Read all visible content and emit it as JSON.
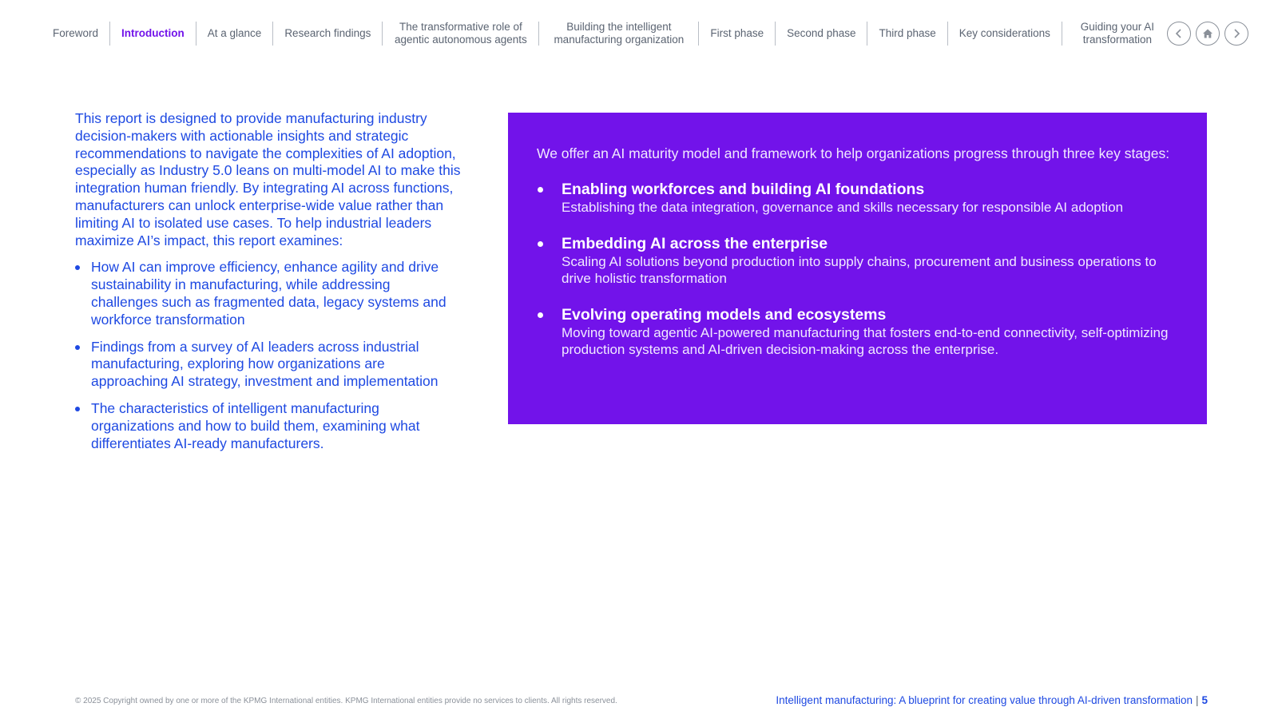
{
  "nav": {
    "items": [
      {
        "label": "Foreword",
        "name": "nav-foreword"
      },
      {
        "label": "Introduction",
        "name": "nav-introduction",
        "active": true
      },
      {
        "label": "At a glance",
        "name": "nav-at-a-glance"
      },
      {
        "label": "Research findings",
        "name": "nav-research-findings"
      },
      {
        "label": "The transformative role of agentic autonomous agents",
        "name": "nav-transformative-role"
      },
      {
        "label": "Building the intelligent manufacturing organization",
        "name": "nav-building-organization"
      },
      {
        "label": "First phase",
        "name": "nav-first-phase"
      },
      {
        "label": "Second phase",
        "name": "nav-second-phase"
      },
      {
        "label": "Third phase",
        "name": "nav-third-phase"
      },
      {
        "label": "Key considerations",
        "name": "nav-key-considerations"
      },
      {
        "label": "Guiding your AI transformation",
        "name": "nav-guiding-transformation"
      }
    ]
  },
  "left": {
    "intro": "This report is designed to provide manufacturing industry decision-makers with actionable insights and strategic recommendations to navigate the complexities of AI adoption, especially as Industry 5.0 leans on multi-model AI to make this integration human friendly. By integrating AI across functions, manufacturers can unlock enterprise-wide value rather than limiting AI to isolated use cases. To help industrial leaders maximize AI’s impact, this report examines:",
    "bullets": [
      "How AI can improve efficiency, enhance agility and drive sustainability in manufacturing, while addressing challenges such as fragmented data, legacy systems and workforce transformation",
      "Findings from a survey of AI leaders across industrial manufacturing, exploring how organizations are approaching AI strategy, investment and implementation",
      "The characteristics of intelligent manufacturing organizations and how to build them, examining what differentiates AI-ready manufacturers."
    ]
  },
  "panel": {
    "lead": "We offer an AI maturity model and framework to help organizations progress through three key stages:",
    "stages": [
      {
        "title": "Enabling workforces and building AI foundations",
        "desc": "Establishing the data integration, governance and skills necessary for responsible AI adoption"
      },
      {
        "title": "Embedding AI across the enterprise",
        "desc": "Scaling AI solutions beyond production into supply chains, procurement and business operations to drive holistic transformation"
      },
      {
        "title": "Evolving operating models and ecosystems",
        "desc": "Moving toward agentic AI-powered manufacturing that fosters end-to-end connectivity, self-optimizing production systems and AI-driven decision-making across the enterprise."
      }
    ]
  },
  "footer": {
    "copyright": "© 2025 Copyright owned by one or more of the KPMG International entities. KPMG International entities provide no services to clients. All rights reserved.",
    "title": "Intelligent manufacturing: A blueprint for creating value through AI-driven transformation",
    "separator": "|",
    "page": "5"
  },
  "colors": {
    "accent": "#7213ea",
    "text_blue": "#1e49e2",
    "nav_gray": "#5b6472"
  },
  "icons": {
    "prev": "chevron-left-icon",
    "home": "home-icon",
    "next": "chevron-right-icon"
  }
}
